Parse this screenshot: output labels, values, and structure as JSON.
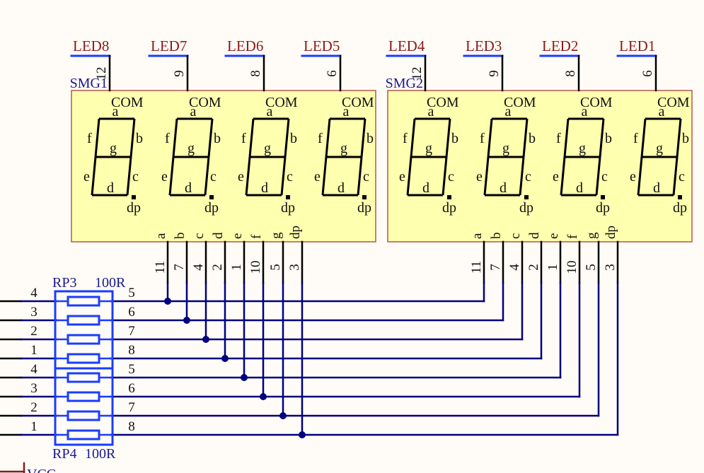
{
  "schematic": {
    "displays": [
      {
        "ref": "SMG1",
        "digits": [
          {
            "net": "LED8",
            "com_pin": "12"
          },
          {
            "net": "LED7",
            "com_pin": "9"
          },
          {
            "net": "LED6",
            "com_pin": "8"
          },
          {
            "net": "LED5",
            "com_pin": "6"
          }
        ]
      },
      {
        "ref": "SMG2",
        "digits": [
          {
            "net": "LED4",
            "com_pin": "12"
          },
          {
            "net": "LED3",
            "com_pin": "9"
          },
          {
            "net": "LED2",
            "com_pin": "8"
          },
          {
            "net": "LED1",
            "com_pin": "6"
          }
        ]
      }
    ],
    "com_label": "COM",
    "segment_labels": {
      "a": "a",
      "b": "b",
      "c": "c",
      "d": "d",
      "e": "e",
      "f": "f",
      "g": "g",
      "dp": "dp"
    },
    "segment_pins": [
      {
        "name": "a",
        "pin": "11"
      },
      {
        "name": "b",
        "pin": "7"
      },
      {
        "name": "c",
        "pin": "4"
      },
      {
        "name": "d",
        "pin": "2"
      },
      {
        "name": "e",
        "pin": "1"
      },
      {
        "name": "f",
        "pin": "10"
      },
      {
        "name": "g",
        "pin": "5"
      },
      {
        "name": "dp",
        "pin": "3"
      }
    ],
    "resistor_packs": [
      {
        "ref": "RP3",
        "value": "100R",
        "left_pins": [
          "4",
          "3",
          "2",
          "1"
        ],
        "right_pins": [
          "5",
          "6",
          "7",
          "8"
        ]
      },
      {
        "ref": "RP4",
        "value": "100R",
        "left_pins": [
          "4",
          "3",
          "2",
          "1"
        ],
        "right_pins": [
          "5",
          "6",
          "7",
          "8"
        ]
      }
    ],
    "power_label": "VCC",
    "colors": {
      "wire": "#000080",
      "pin": "#000000",
      "body_fill": "#ffffb0",
      "body_border": "#b05a4a",
      "net_label": "#8b1a1a",
      "ref_label": "#1a1a8c",
      "resistor": "#1a3cff"
    }
  }
}
